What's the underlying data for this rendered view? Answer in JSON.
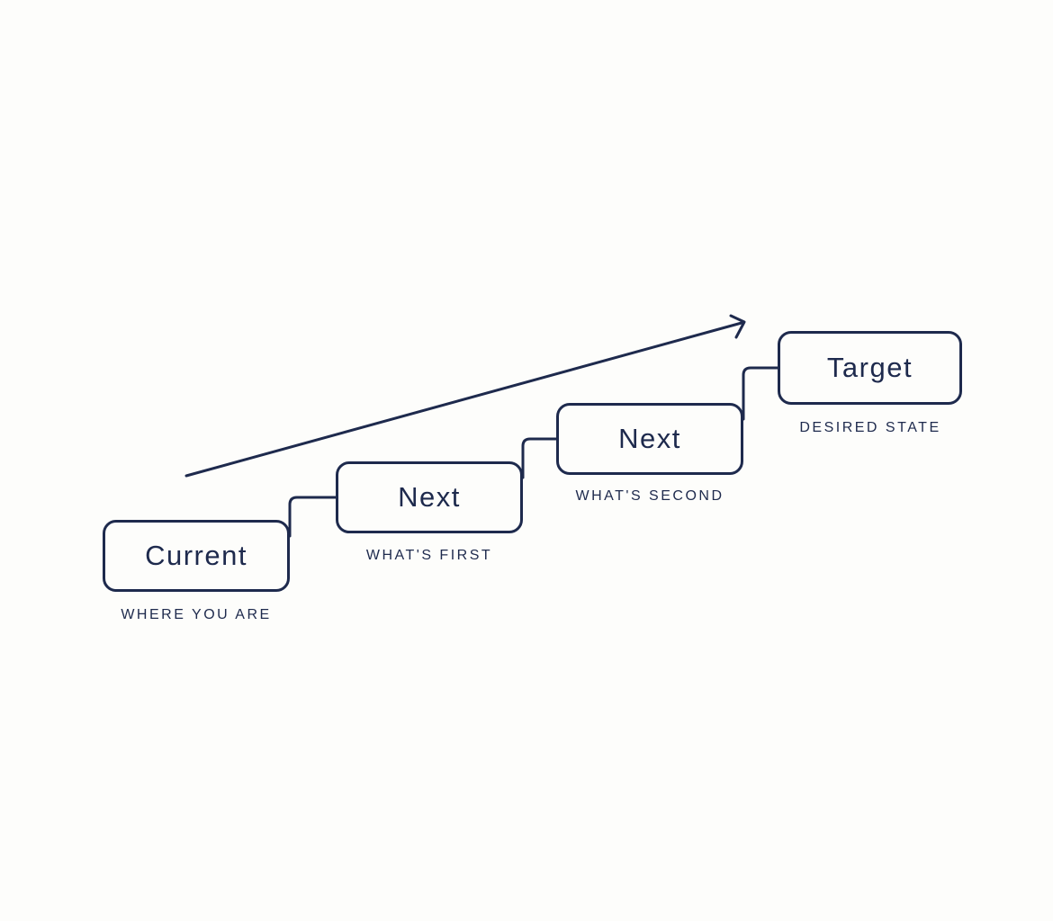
{
  "diagram": {
    "type": "staircase-progression",
    "colors": {
      "ink": "#1e2a4d",
      "background": "#fdfdfb"
    },
    "arrow": {
      "description": "ascending trend arrow pointing up-right above the steps"
    },
    "steps": [
      {
        "label": "Current",
        "caption": "WHERE YOU ARE"
      },
      {
        "label": "Next",
        "caption": "WHAT'S FIRST"
      },
      {
        "label": "Next",
        "caption": "WHAT'S SECOND"
      },
      {
        "label": "Target",
        "caption": "DESIRED STATE"
      }
    ]
  }
}
